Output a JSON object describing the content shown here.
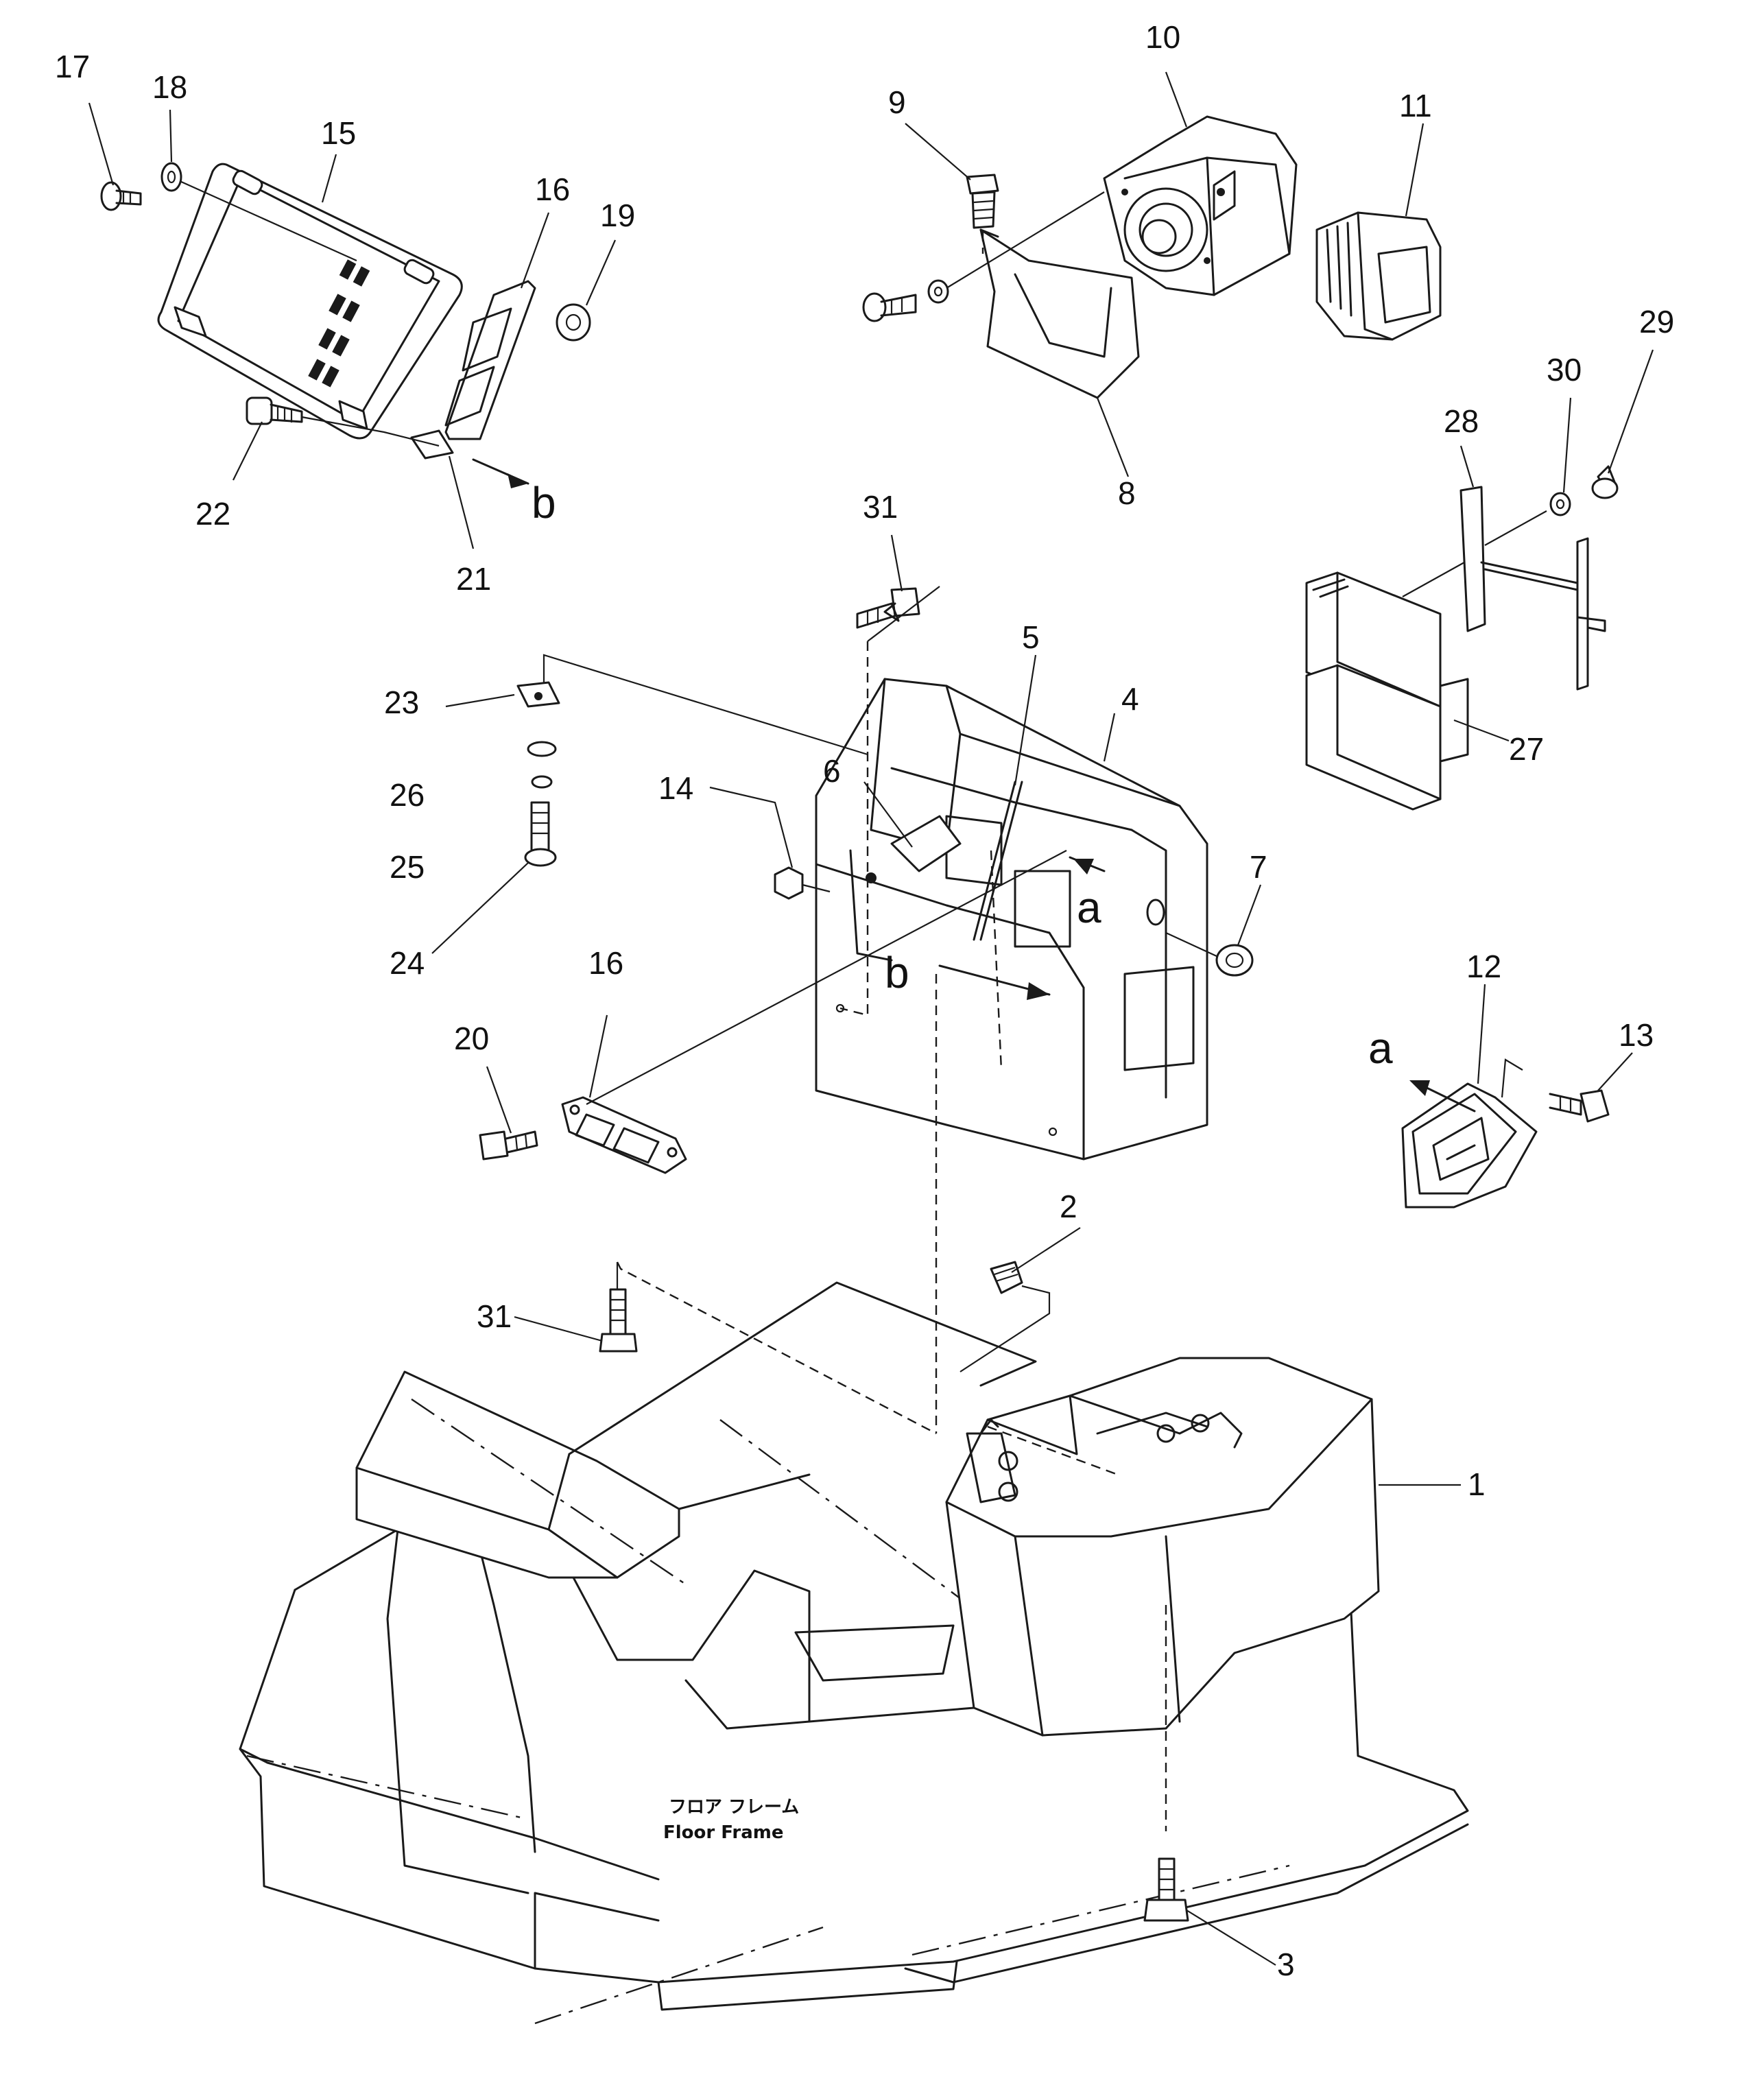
{
  "part_numbers": [
    "1",
    "2",
    "3",
    "4",
    "5",
    "6",
    "7",
    "8",
    "9",
    "10",
    "11",
    "12",
    "13",
    "14",
    "15",
    "16",
    "16",
    "17",
    "18",
    "19",
    "20",
    "21",
    "22",
    "23",
    "24",
    "25",
    "26",
    "27",
    "28",
    "29",
    "30",
    "31",
    "31"
  ],
  "view_markers": {
    "a": "a",
    "b": "b"
  },
  "floor_frame": {
    "jp": "フロア フレーム",
    "en": "Floor Frame"
  }
}
